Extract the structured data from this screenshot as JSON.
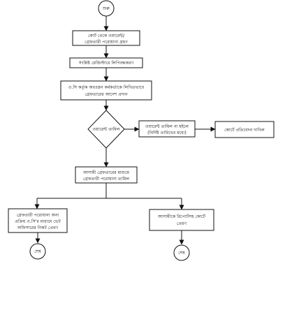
{
  "flowchart": {
    "start": "শুরু",
    "steps": {
      "receive_warrant_line1": "কোর্ট থেকে ওয়ারেন্ট/",
      "receive_warrant_line2": "গ্রেফতারী পরোয়ানা গ্রহণ",
      "register_entry": "সংশ্লিষ্ট রেজিস্টারে লিপিবদ্ধকরণ",
      "oc_order_line1": "ও.সি কর্তৃক অধঃস্তন কর্মকর্তাকে লিখিতভাবে",
      "oc_order_line2": "গ্রেফতারের আদেশ প্রদান",
      "decision": "ওয়ারেন্ট তামিল",
      "not_executed_line1": "ওয়ারেন্ট তামিল না হইলে",
      "not_executed_line2": "(নির্দিষ্ট তারিখের মধ্যে)",
      "court_report": "কোর্টে প্রতিবেদন দাখিল",
      "arrest_execute_line1": "আসামী গ্রেফতারের মাধ্যমে",
      "arrest_execute_line2": "গ্রেফতারী পরোয়ানা তামিল",
      "left_branch_line1": "গ্রেফতারী পরোয়ানা অন্য",
      "left_branch_line2": "প্রক্রিয় ও.সি'র মাধ্যমে ভেট",
      "left_branch_line3": "অফিসারের নিকট প্রেরণ",
      "right_branch_line1": "আসামীকে রিপোর্টসহ কোর্টে",
      "right_branch_line2": "প্রেরণ"
    },
    "end_left": "শেষ",
    "end_right": "শেষ"
  }
}
